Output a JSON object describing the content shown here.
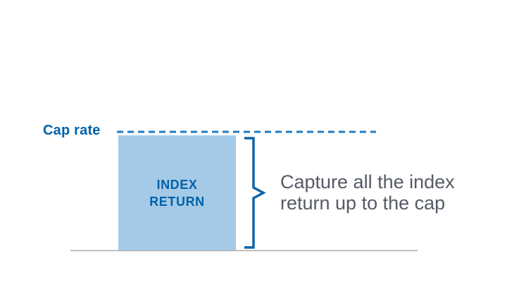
{
  "figure": {
    "cap_rate_label": "Cap rate",
    "bar": {
      "label_line1": "INDEX",
      "label_line2": "RETURN"
    },
    "annotation": {
      "line1": "Capture all the index",
      "line2": "return up to the cap"
    },
    "icons": {
      "cap_rate_dashed_line": "horizontal-dashed-threshold-line",
      "range_brace": "right-pointing-curly-brace",
      "baseline": "horizontal-axis-line"
    },
    "colors": {
      "primary_blue": "#0062a9",
      "dashed_line_blue": "#1f7bc1",
      "bar_fill_blue": "#a5cae8",
      "annotation_gray": "#555a66",
      "baseline_gray": "#a9a9a9",
      "background": "#ffffff"
    }
  }
}
